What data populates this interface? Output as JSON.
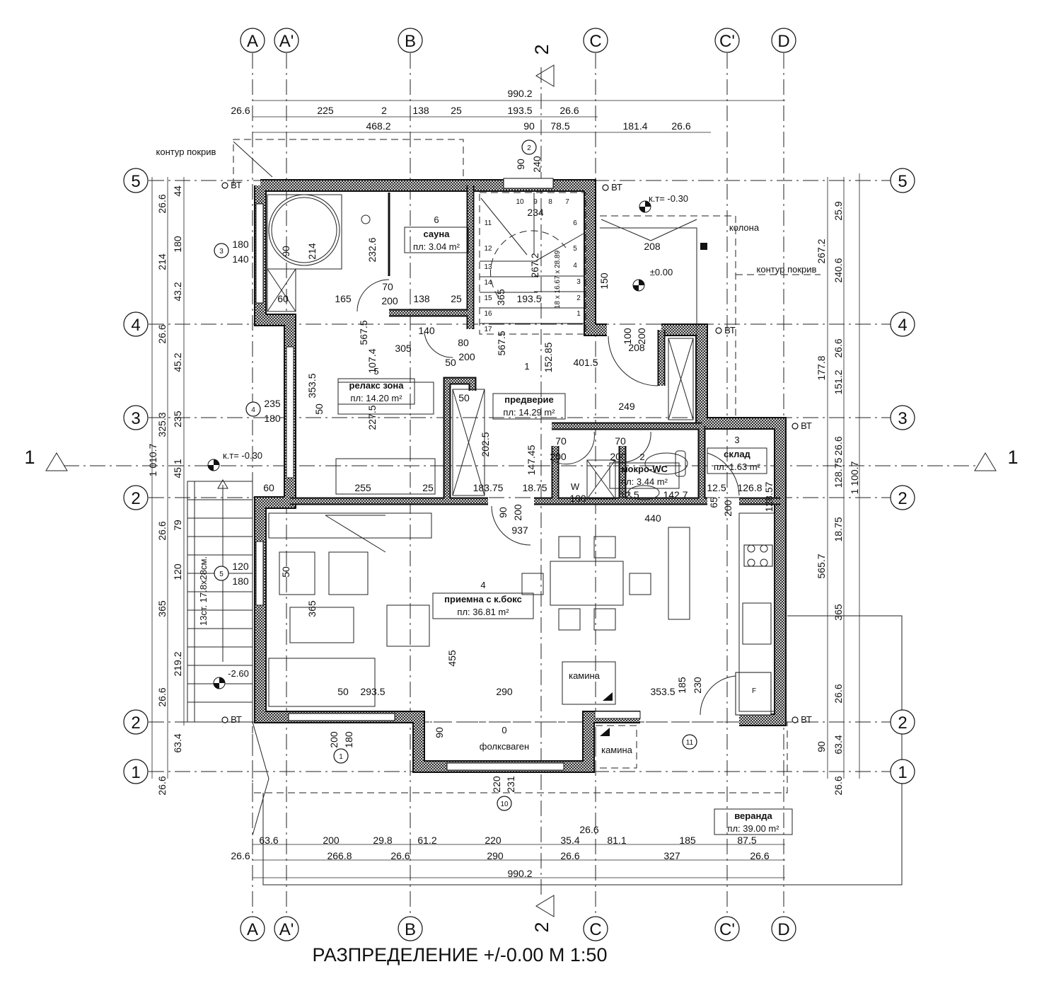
{
  "title": "РАЗПРЕДЕЛЕНИЕ +/-0.00 M 1:50",
  "grid": {
    "columns": [
      "A",
      "A'",
      "B",
      "C",
      "C'",
      "D"
    ],
    "rows": [
      "5",
      "4",
      "3",
      "2",
      "2",
      "1"
    ]
  },
  "sections": {
    "s1": "1",
    "s2": "2"
  },
  "rooms": {
    "sauna": {
      "num": "6",
      "name": "сауна",
      "area": "пл: 3.04 m²"
    },
    "relax": {
      "num": "5",
      "name": "релакс зона",
      "area": "пл: 14.20 m²"
    },
    "hall": {
      "num": "1",
      "name": "предверие",
      "area": "пл: 14.29 m²"
    },
    "wc": {
      "num": "2",
      "name": "мокро-WC",
      "area": "пл: 3.44 m²"
    },
    "storage": {
      "num": "3",
      "name": "склад",
      "area": "пл: 1.63 m²"
    },
    "living": {
      "num": "4",
      "name": "приемна с к.бокс",
      "area": "пл: 36.81 m²"
    },
    "veranda": {
      "name": "веранда",
      "area": "пл: 39.00 m²"
    }
  },
  "labels": {
    "roof_contour": "контур покрив",
    "column": "колона",
    "level_ext": "к.т= -0.30",
    "level_zero": "±0.00",
    "level_stair": "-2.60",
    "vt": "ВТ",
    "fireplace": "камина",
    "car": "фолксваген",
    "car_zero": "0",
    "washer": "W",
    "fridge": "F",
    "ext_stair": "13ст. 17.8x28см.",
    "stair_spec": "18 x 16.67 x 28.89",
    "stair_steps": [
      "1",
      "2",
      "3",
      "4",
      "5",
      "6",
      "7",
      "8",
      "9",
      "10",
      "11",
      "12",
      "13",
      "14",
      "15",
      "16",
      "17"
    ]
  },
  "openings": {
    "w1": {
      "id": "1",
      "a": "200",
      "b": "180"
    },
    "w2": {
      "id": "2",
      "a": "90",
      "b": "240"
    },
    "w3": {
      "id": "3",
      "a": "180",
      "b": "140"
    },
    "w4": {
      "id": "4",
      "a": "235",
      "b": "180"
    },
    "w5": {
      "id": "5",
      "a": "120",
      "b": "180"
    },
    "w10": {
      "id": "10",
      "a": "220",
      "b": "231"
    },
    "w11": {
      "id": "11",
      "a": "185",
      "b": "230"
    }
  },
  "dims": {
    "top1": [
      "990.2"
    ],
    "top2": [
      "26.6",
      "225",
      "2",
      "138",
      "25",
      "193.5",
      "26.6"
    ],
    "top3": [
      "468.2",
      "90",
      "78.5",
      "181.4",
      "26.6"
    ],
    "bot1": [
      "63.6",
      "200",
      "29.8",
      "61.2",
      "220",
      "35.4",
      "26.6",
      "81.1",
      "185",
      "87.5"
    ],
    "bot2": [
      "26.6",
      "266.8",
      "26.6",
      "290",
      "26.6",
      "327",
      "26.6"
    ],
    "bot3": [
      "990.2"
    ],
    "left0": [
      "1 010.7"
    ],
    "left1": [
      "26.6",
      "214",
      "26.6",
      "325.3",
      "26.6",
      "365",
      "26.6",
      "26.6"
    ],
    "left2": [
      "44",
      "180",
      "43.2",
      "45.2",
      "235",
      "45.1",
      "79",
      "120",
      "219.2",
      "63.4"
    ],
    "right1": [
      "267.2",
      "177.8",
      "565.7",
      "90"
    ],
    "right2": [
      "25.9",
      "240.6",
      "26.6",
      "151.2",
      "26.6",
      "128.75",
      "18.75",
      "365",
      "26.6",
      "63.4",
      "26.6"
    ],
    "right3": [
      "1 100.7"
    ],
    "inner": [
      "232.6",
      "214",
      "90",
      "70",
      "200",
      "138",
      "25",
      "165",
      "60",
      "193.5",
      "234",
      "267.2",
      "365",
      "140",
      "80",
      "305",
      "50",
      "200",
      "567.5",
      "107.4",
      "567.5",
      "152.85",
      "401.5",
      "208",
      "100",
      "200",
      "150",
      "208",
      "353.5",
      "50",
      "227.5",
      "255",
      "25",
      "60",
      "50",
      "202.5",
      "147.45",
      "249",
      "183.75",
      "18.75",
      "70",
      "200",
      "70",
      "200",
      "100",
      "12.5",
      "142.7",
      "12.5",
      "126.8",
      "65",
      "200",
      "128.57",
      "90",
      "200",
      "937",
      "440",
      "50",
      "365",
      "455",
      "50",
      "293.5",
      "290",
      "353.5",
      "90"
    ]
  }
}
